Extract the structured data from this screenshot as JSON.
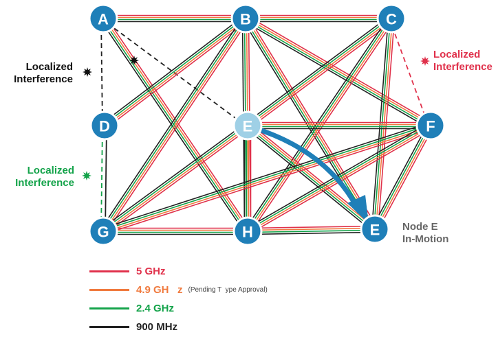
{
  "colors": {
    "node": "#1f7fb8",
    "node_ghost": "#9fd0e6",
    "band_5ghz": "#e0314b",
    "band_49ghz": "#f07a3e",
    "band_24ghz": "#14a34a",
    "band_900mhz": "#222222",
    "arrow": "#1f7fb8",
    "interference_black": "#111111",
    "interference_red": "#e0314b",
    "interference_green": "#14a34a",
    "motion_text": "#666666"
  },
  "nodes": [
    {
      "id": "A",
      "label": "A",
      "ghost": false
    },
    {
      "id": "B",
      "label": "B",
      "ghost": false
    },
    {
      "id": "C",
      "label": "C",
      "ghost": false
    },
    {
      "id": "D",
      "label": "D",
      "ghost": false
    },
    {
      "id": "E0",
      "label": "E",
      "ghost": true
    },
    {
      "id": "F",
      "label": "F",
      "ghost": false
    },
    {
      "id": "G",
      "label": "G",
      "ghost": false
    },
    {
      "id": "H",
      "label": "H",
      "ghost": false
    },
    {
      "id": "E1",
      "label": "E",
      "ghost": false
    }
  ],
  "links": [
    {
      "from": "A",
      "to": "B",
      "bands": "full"
    },
    {
      "from": "B",
      "to": "C",
      "bands": "full"
    },
    {
      "from": "A",
      "to": "D",
      "bands": "black-dashed"
    },
    {
      "from": "A",
      "to": "H",
      "bands": "full"
    },
    {
      "from": "A",
      "to": "E0",
      "bands": "black-dashed"
    },
    {
      "from": "B",
      "to": "D",
      "bands": "full"
    },
    {
      "from": "B",
      "to": "G",
      "bands": "full"
    },
    {
      "from": "B",
      "to": "H",
      "bands": "full"
    },
    {
      "from": "B",
      "to": "F",
      "bands": "full"
    },
    {
      "from": "B",
      "to": "E1",
      "bands": "full"
    },
    {
      "from": "C",
      "to": "E0",
      "bands": "full"
    },
    {
      "from": "C",
      "to": "F",
      "bands": "red-dashed"
    },
    {
      "from": "C",
      "to": "H",
      "bands": "full"
    },
    {
      "from": "C",
      "to": "E1",
      "bands": "full"
    },
    {
      "from": "D",
      "to": "G",
      "bands": "green-dashed"
    },
    {
      "from": "E0",
      "to": "F",
      "bands": "full"
    },
    {
      "from": "E0",
      "to": "G",
      "bands": "full"
    },
    {
      "from": "E0",
      "to": "H",
      "bands": "full"
    },
    {
      "from": "E0",
      "to": "E1",
      "bands": "full"
    },
    {
      "from": "F",
      "to": "G",
      "bands": "full"
    },
    {
      "from": "F",
      "to": "H",
      "bands": "full"
    },
    {
      "from": "F",
      "to": "E1",
      "bands": "full"
    },
    {
      "from": "G",
      "to": "H",
      "bands": "full"
    },
    {
      "from": "H",
      "to": "E1",
      "bands": "full"
    }
  ],
  "interference": [
    {
      "id": "black",
      "lines": [
        "Localized",
        "Interference"
      ]
    },
    {
      "id": "red",
      "lines": [
        "Localized",
        "Interference"
      ]
    },
    {
      "id": "green",
      "lines": [
        "Localized",
        "Interference"
      ]
    }
  ],
  "motion_label": [
    "Node E",
    "In-Motion"
  ],
  "legend": [
    {
      "label": "5 GHz",
      "note": ""
    },
    {
      "label": "4.9 GH   z",
      "note": "(Pending T  ype Approval)"
    },
    {
      "label": "2.4 GHz",
      "note": ""
    },
    {
      "label": "900 MHz",
      "note": ""
    }
  ]
}
